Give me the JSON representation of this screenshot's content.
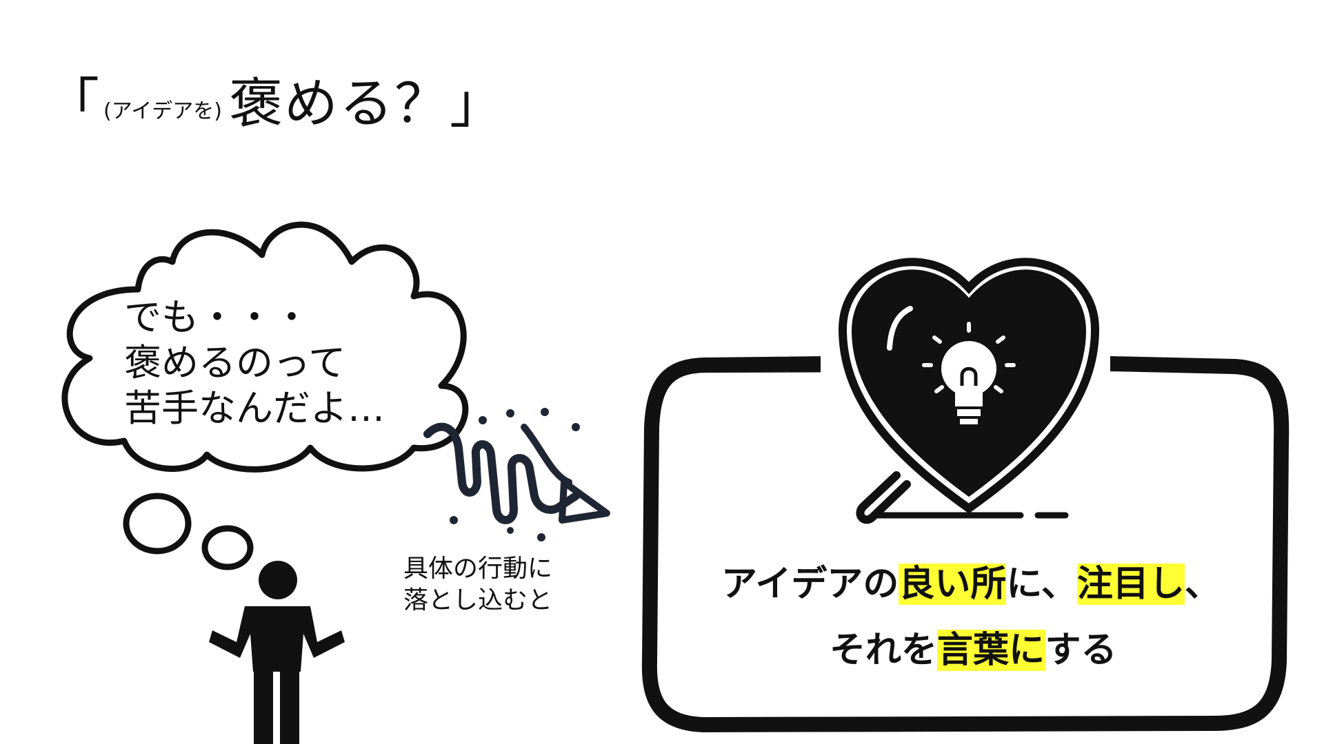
{
  "slide": {
    "title": {
      "open_bracket": "「",
      "prefix": "(アイデアを)",
      "main": "褒める？",
      "close_bracket": "」"
    },
    "thought": {
      "text": "でも・・・\n褒めるのって\n苦手なんだよ…"
    },
    "arrow_caption": "具体の行動に\n落とし込むと",
    "card": {
      "line1": [
        {
          "text": "アイデアの",
          "highlight": false
        },
        {
          "text": "良い所",
          "highlight": true
        },
        {
          "text": "に、",
          "highlight": false
        },
        {
          "text": "注目し",
          "highlight": true
        },
        {
          "text": "、",
          "highlight": false
        }
      ],
      "line2": [
        {
          "text": "それを",
          "highlight": false
        },
        {
          "text": "言葉に",
          "highlight": true
        },
        {
          "text": "する",
          "highlight": false
        }
      ]
    },
    "icons": [
      "person-shrugging-icon",
      "thought-cloud-icon",
      "wavy-arrow-icon",
      "heart-magnifier-lightbulb-icon"
    ],
    "colors": {
      "highlight": "#ffff33",
      "ink": "#111111",
      "arrow": "#1f2633"
    }
  }
}
